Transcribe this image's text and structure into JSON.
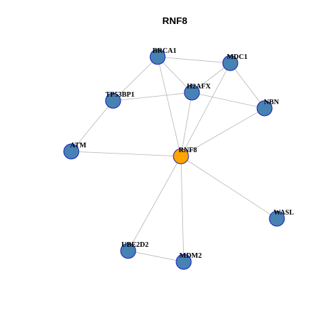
{
  "title": "RNF8",
  "colors": {
    "node_fill": "#4682B4",
    "center_fill": "#FFA500",
    "node_border": "#1A1AB3",
    "edge": "#B3B3B3"
  },
  "nodes": [
    {
      "id": "RNF8",
      "label": "RNF8",
      "center": true
    },
    {
      "id": "BRCA1",
      "label": "BRCA1"
    },
    {
      "id": "MDC1",
      "label": "MDC1"
    },
    {
      "id": "H2AFX",
      "label": "H2AFX"
    },
    {
      "id": "TP53BP1",
      "label": "TP53BP1"
    },
    {
      "id": "NBN",
      "label": "NBN"
    },
    {
      "id": "ATM",
      "label": "ATM"
    },
    {
      "id": "WASL",
      "label": "WASL"
    },
    {
      "id": "UBE2D2",
      "label": "UBE2D2"
    },
    {
      "id": "MDM2",
      "label": "MDM2"
    }
  ],
  "edges": [
    [
      "BRCA1",
      "MDC1"
    ],
    [
      "BRCA1",
      "TP53BP1"
    ],
    [
      "BRCA1",
      "H2AFX"
    ],
    [
      "BRCA1",
      "RNF8"
    ],
    [
      "MDC1",
      "H2AFX"
    ],
    [
      "MDC1",
      "NBN"
    ],
    [
      "MDC1",
      "RNF8"
    ],
    [
      "H2AFX",
      "TP53BP1"
    ],
    [
      "H2AFX",
      "NBN"
    ],
    [
      "H2AFX",
      "RNF8"
    ],
    [
      "TP53BP1",
      "ATM"
    ],
    [
      "NBN",
      "RNF8"
    ],
    [
      "ATM",
      "RNF8"
    ],
    [
      "RNF8",
      "WASL"
    ],
    [
      "RNF8",
      "UBE2D2"
    ],
    [
      "RNF8",
      "MDM2"
    ],
    [
      "UBE2D2",
      "MDM2"
    ]
  ]
}
